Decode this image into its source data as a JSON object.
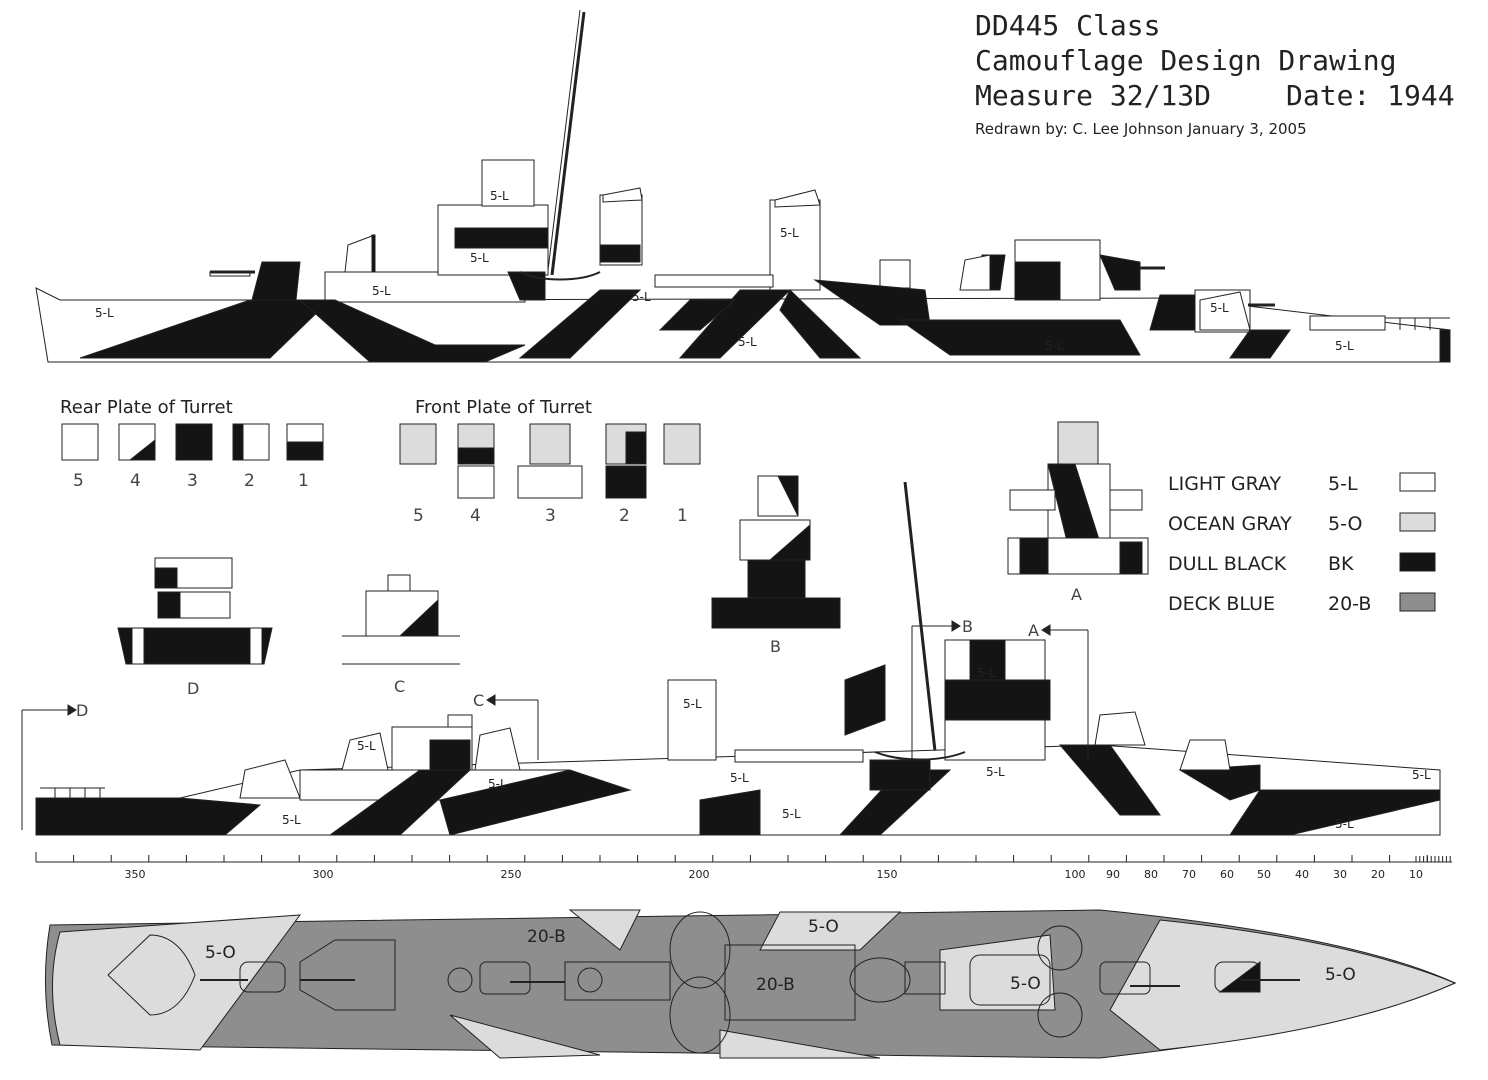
{
  "title": {
    "line1": "DD445 Class",
    "line2": "Camouflage Design Drawing",
    "line3": "Measure 32/13D",
    "date": "Date: 1944",
    "credit": "Redrawn by: C. Lee Johnson January 3, 2005"
  },
  "labels": {
    "light": "5-L",
    "ocean": "5-O",
    "deck": "20-B"
  },
  "legend": [
    {
      "name": "LIGHT GRAY",
      "code": "5-L",
      "color": "#ffffff"
    },
    {
      "name": "OCEAN GRAY",
      "code": "5-O",
      "color": "#dcdcdc"
    },
    {
      "name": "DULL BLACK",
      "code": "BK",
      "color": "#141414"
    },
    {
      "name": "DECK BLUE",
      "code": "20-B",
      "color": "#8e8e8e"
    }
  ],
  "rear_plate": {
    "title": "Rear Plate of Turret",
    "numbers": [
      "5",
      "4",
      "3",
      "2",
      "1"
    ]
  },
  "front_plate": {
    "title": "Front Plate of Turret",
    "numbers": [
      "5",
      "4",
      "3",
      "2",
      "1"
    ]
  },
  "sections": {
    "a": "A",
    "b": "B",
    "c": "C",
    "d": "D"
  },
  "scale": {
    "ticks": [
      "350",
      "300",
      "250",
      "200",
      "150",
      "100",
      "90",
      "80",
      "70",
      "60",
      "50",
      "40",
      "30",
      "20",
      "10"
    ]
  },
  "colors": {
    "light": "#ffffff",
    "ocean": "#dcdcdc",
    "black": "#141414",
    "deck": "#8e8e8e",
    "line": "#222222"
  }
}
